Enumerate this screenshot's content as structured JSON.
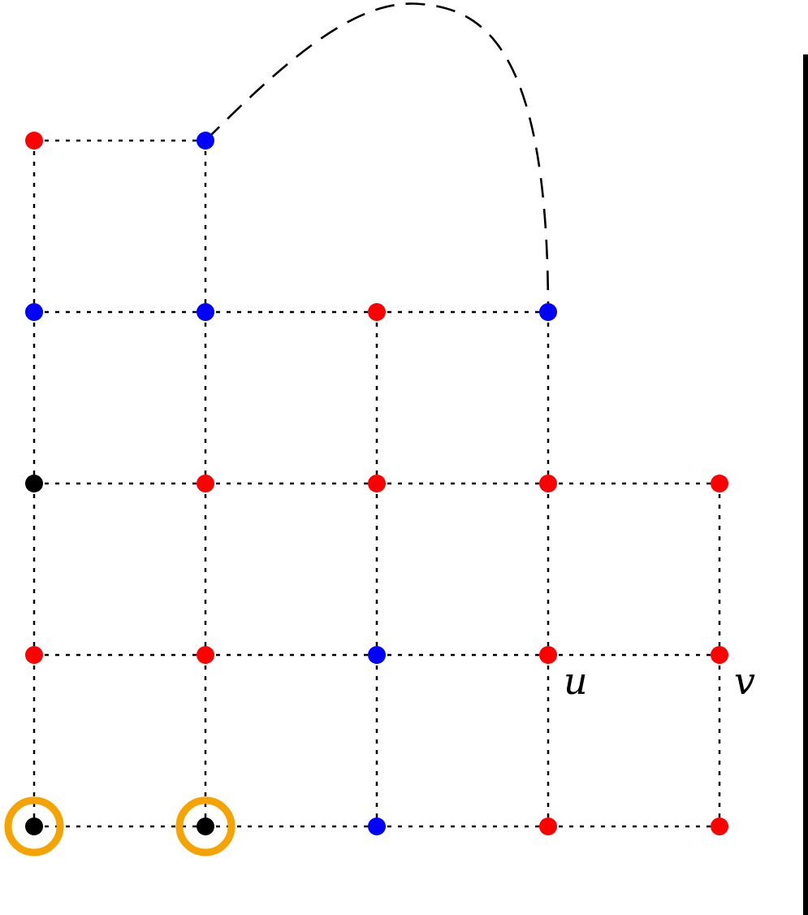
{
  "diagram": {
    "colors": {
      "red": "#ff0000",
      "blue": "#0000ff",
      "black": "#000000",
      "highlight_ring": "#f5a300"
    },
    "labels": {
      "u": "u",
      "v": "v"
    },
    "vertices": [
      {
        "row": 0,
        "col": 0,
        "color": "red"
      },
      {
        "row": 0,
        "col": 1,
        "color": "blue"
      },
      {
        "row": 1,
        "col": 0,
        "color": "blue"
      },
      {
        "row": 1,
        "col": 1,
        "color": "blue"
      },
      {
        "row": 1,
        "col": 2,
        "color": "red"
      },
      {
        "row": 1,
        "col": 3,
        "color": "blue"
      },
      {
        "row": 2,
        "col": 0,
        "color": "black"
      },
      {
        "row": 2,
        "col": 1,
        "color": "red"
      },
      {
        "row": 2,
        "col": 2,
        "color": "red"
      },
      {
        "row": 2,
        "col": 3,
        "color": "red"
      },
      {
        "row": 2,
        "col": 4,
        "color": "red"
      },
      {
        "row": 3,
        "col": 0,
        "color": "red"
      },
      {
        "row": 3,
        "col": 1,
        "color": "red"
      },
      {
        "row": 3,
        "col": 2,
        "color": "blue"
      },
      {
        "row": 3,
        "col": 3,
        "color": "red",
        "label": "u"
      },
      {
        "row": 3,
        "col": 4,
        "color": "red",
        "label": "v"
      },
      {
        "row": 4,
        "col": 0,
        "color": "black",
        "ringed": true
      },
      {
        "row": 4,
        "col": 1,
        "color": "black",
        "ringed": true
      },
      {
        "row": 4,
        "col": 2,
        "color": "blue"
      },
      {
        "row": 4,
        "col": 3,
        "color": "red"
      },
      {
        "row": 4,
        "col": 4,
        "color": "red"
      }
    ],
    "curved_edge": {
      "from": {
        "row": 0,
        "col": 1
      },
      "to": {
        "row": 1,
        "col": 3
      }
    }
  }
}
